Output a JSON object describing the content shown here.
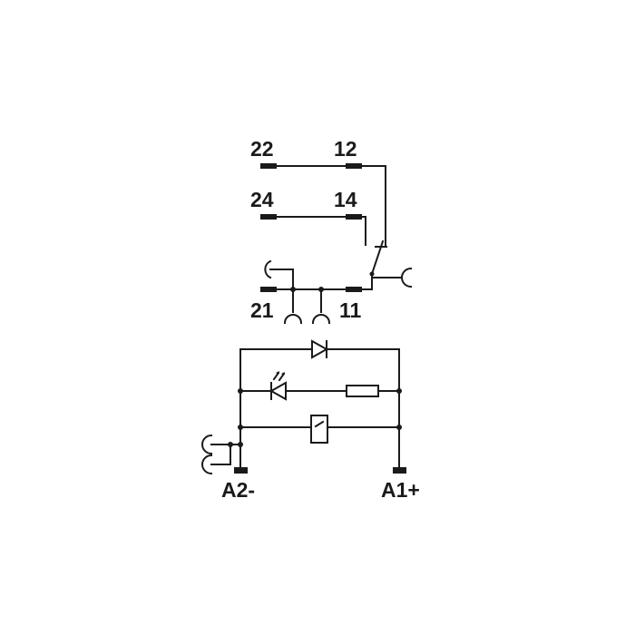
{
  "terminals": {
    "t22": "22",
    "t12": "12",
    "t24": "24",
    "t14": "14",
    "t21": "21",
    "t11": "11",
    "a2": "A2-",
    "a1": "A1+"
  },
  "colors": {
    "ink": "#1a1a1a",
    "background": "#ffffff"
  }
}
